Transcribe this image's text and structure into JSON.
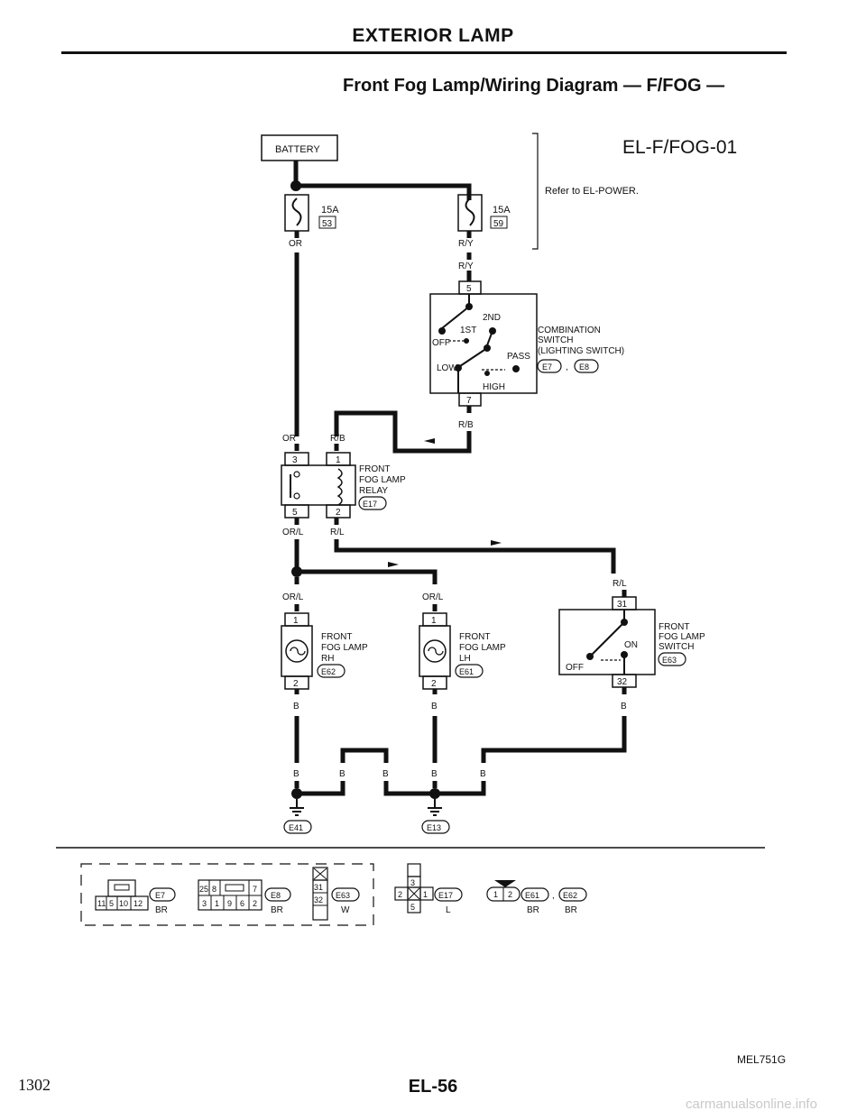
{
  "header": {
    "title": "EXTERIOR LAMP",
    "subtitle": "Front Fog Lamp/Wiring Diagram — F/FOG —"
  },
  "diagram": {
    "code": "EL-F/FOG-01",
    "battery": "BATTERY",
    "refer_note": "Refer to EL-POWER.",
    "fuse_left": {
      "amp": "15A",
      "num": "53"
    },
    "fuse_right": {
      "amp": "15A",
      "num": "59"
    },
    "combo_switch": {
      "pin_top": "5",
      "pin_bottom": "7",
      "pos_2nd": "2ND",
      "pos_1st": "1ST",
      "pos_off": "OFF",
      "pos_pass": "PASS",
      "pos_low": "LOW",
      "pos_high": "HIGH",
      "name1": "COMBINATION",
      "name2": "SWITCH",
      "name3": "(LIGHTING SWITCH)",
      "conn1": "E7",
      "conn_sep": ",",
      "conn2": "E8"
    },
    "relay": {
      "name1": "FRONT",
      "name2": "FOG LAMP",
      "name3": "RELAY",
      "conn": "E17",
      "pin3": "3",
      "pin1": "1",
      "pin5": "5",
      "pin2": "2"
    },
    "lamp_rh": {
      "name1": "FRONT",
      "name2": "FOG LAMP",
      "name3": "RH",
      "conn": "E62",
      "pin1": "1",
      "pin2": "2"
    },
    "lamp_lh": {
      "name1": "FRONT",
      "name2": "FOG LAMP",
      "name3": "LH",
      "conn": "E61",
      "pin1": "1",
      "pin2": "2"
    },
    "fog_switch": {
      "name1": "FRONT",
      "name2": "FOG LAMP",
      "name3": "SWITCH",
      "conn": "E63",
      "pin_top": "31",
      "pin_bottom": "32",
      "pos_on": "ON",
      "pos_off": "OFF"
    },
    "wires": {
      "or": "OR",
      "ry": "R/Y",
      "rb": "R/B",
      "orl": "OR/L",
      "rl": "R/L",
      "b": "B"
    },
    "grounds": {
      "left": "E41",
      "right": "E13"
    },
    "legend": {
      "e7_pins": [
        "11",
        "5",
        "10",
        "12"
      ],
      "e7_conn": "E7",
      "e7_color": "BR",
      "e8_pins_top": [
        "25",
        "8",
        "7"
      ],
      "e8_pins_bottom": [
        "3",
        "1",
        "9",
        "6",
        "2"
      ],
      "e8_conn": "E8",
      "e8_color": "BR",
      "e63_pins": [
        "31",
        "32"
      ],
      "e63_conn": "E63",
      "e63_color": "W",
      "e17_pins": [
        "3",
        "2",
        "1",
        "5"
      ],
      "e17_conn": "E17",
      "e17_color": "L",
      "e6x_pins": [
        "1",
        "2"
      ],
      "e61_conn": "E61",
      "e62_conn": "E62",
      "e6x_sep": ",",
      "e61_color": "BR",
      "e62_color": "BR"
    }
  },
  "footer": {
    "code": "MEL751G",
    "page_number": "1302",
    "section_page": "EL-56",
    "watermark": "carmanualsonline.info"
  }
}
